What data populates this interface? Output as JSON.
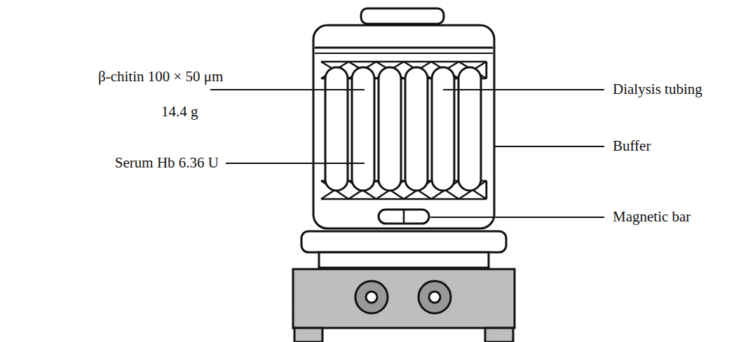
{
  "diagram": {
    "labels": [
      "β-chitin 100 × 50 μm",
      "14.4 g",
      "Serum Hb 6.36 U",
      "Dialysis tubing",
      "Buffer",
      "Magnetic bar"
    ]
  }
}
